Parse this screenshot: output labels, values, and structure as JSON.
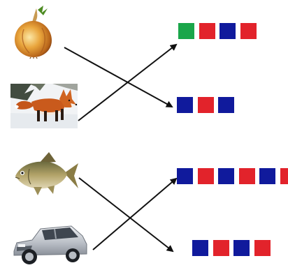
{
  "colors": {
    "green": "#1aa64a",
    "red": "#e2232b",
    "blue": "#101a9c",
    "arrow": "#111111"
  },
  "pictures": [
    {
      "name": "onion-picture"
    },
    {
      "name": "fox-picture"
    },
    {
      "name": "fish-picture"
    },
    {
      "name": "car-picture"
    }
  ],
  "sound_schemes": [
    {
      "name": "scheme-green-red-blue-red",
      "squares": [
        "green",
        "red",
        "blue",
        "red"
      ]
    },
    {
      "name": "scheme-blue-red-blue",
      "squares": [
        "blue",
        "red",
        "blue"
      ]
    },
    {
      "name": "scheme-blue-red-blue-red-blue-red",
      "squares": [
        "blue",
        "red",
        "blue",
        "red",
        "blue",
        "red"
      ]
    },
    {
      "name": "scheme-blue-red-blue-red",
      "squares": [
        "blue",
        "red",
        "blue",
        "red"
      ]
    }
  ],
  "links": [
    {
      "from": "onion-picture",
      "to": "scheme-blue-red-blue"
    },
    {
      "from": "fox-picture",
      "to": "scheme-green-red-blue-red"
    },
    {
      "from": "fish-picture",
      "to": "scheme-blue-red-blue-red"
    },
    {
      "from": "car-picture",
      "to": "scheme-blue-red-blue-red-blue-red"
    }
  ]
}
